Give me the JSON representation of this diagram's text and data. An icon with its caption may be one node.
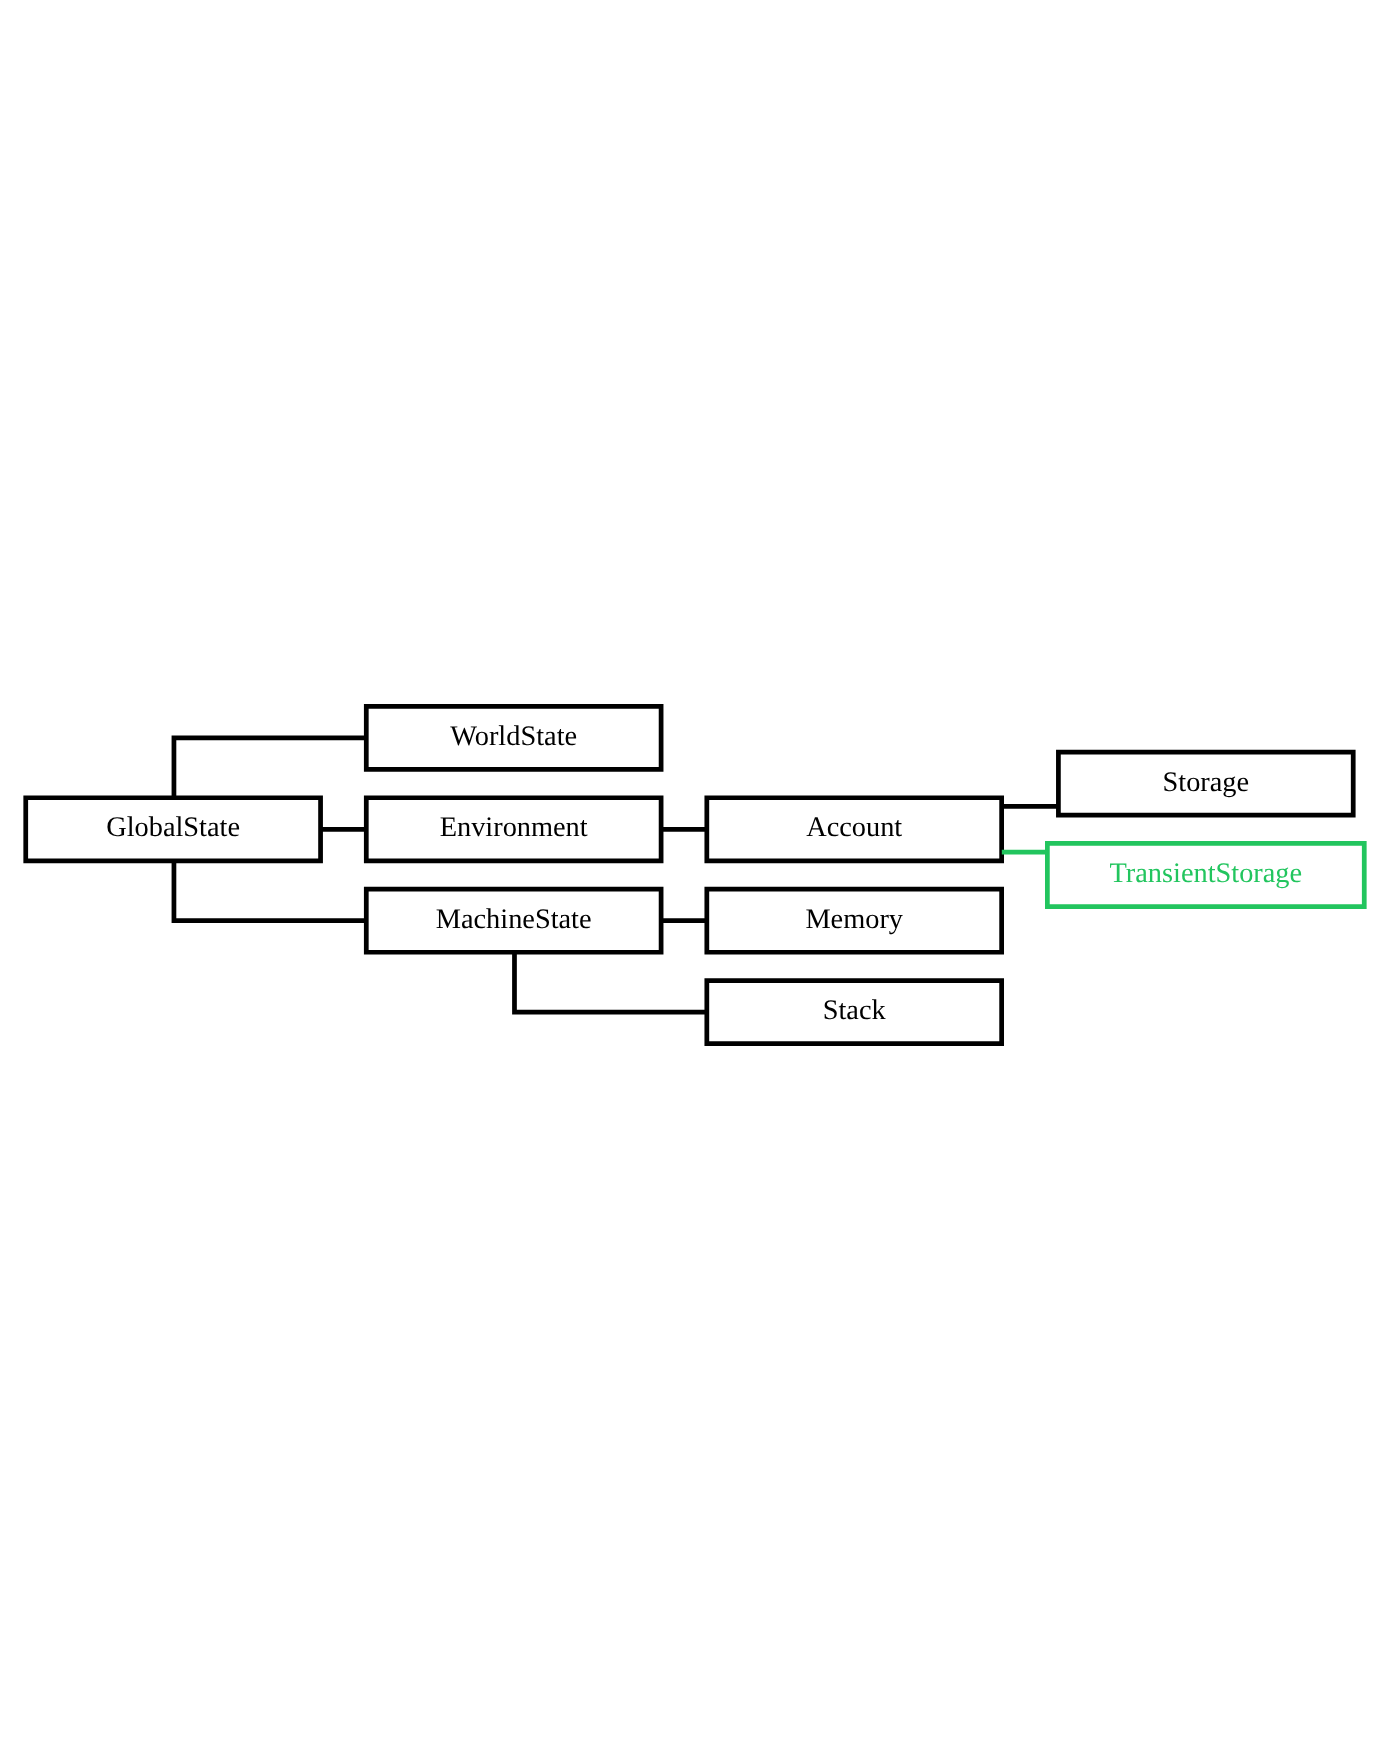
{
  "diagram": {
    "nodes": [
      {
        "text": [
          "GlobalState"
        ]
      },
      {
        "text": [
          "WorldState"
        ]
      },
      {
        "text": [
          "Environment"
        ]
      },
      {
        "text": [
          "Account"
        ]
      },
      {
        "text": [
          "Storage"
        ]
      },
      {
        "text": [
          "TransientStorage"
        ]
      },
      {
        "text": [
          "MachineState"
        ]
      },
      {
        "text": [
          "Memory"
        ]
      },
      {
        "text": [
          "Stack"
        ]
      }
    ],
    "edges": [
      {
        "from": 0,
        "to": 1,
        "arrow": "none"
      },
      {
        "from": 0,
        "to": 2,
        "arrow": "none"
      },
      {
        "from": 0,
        "to": 6,
        "arrow": "none"
      },
      {
        "from": 2,
        "to": 3,
        "arrow": "none"
      },
      {
        "from": 3,
        "to": 4,
        "arrow": "none"
      },
      {
        "from": 3,
        "to": 5,
        "arrow": "none",
        "color": "#22c55e"
      },
      {
        "from": 6,
        "to": 7,
        "arrow": "none"
      },
      {
        "from": 6,
        "to": 8,
        "arrow": "none"
      }
    ]
  }
}
